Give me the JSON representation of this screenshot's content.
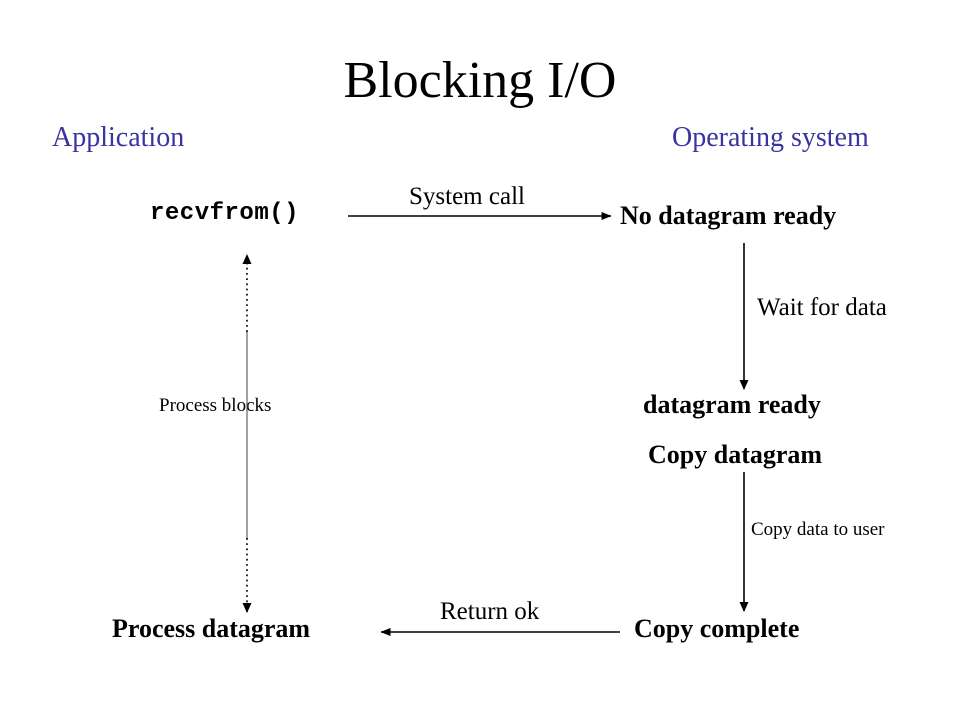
{
  "slide": {
    "title": "Blocking I/O",
    "background_color": "#ffffff",
    "accent_color": "#3b33a0",
    "text_color": "#000000"
  },
  "columns": {
    "left_header": "Application",
    "right_header": "Operating system"
  },
  "nodes": {
    "recvfrom": "recvfrom()",
    "no_datagram_ready": "No datagram ready",
    "datagram_ready": "datagram ready",
    "copy_datagram": "Copy datagram",
    "copy_complete": "Copy complete",
    "process_datagram": "Process datagram"
  },
  "edges": {
    "system_call": "System call",
    "wait_for_data": "Wait for data",
    "copy_data_to_user": "Copy data to user",
    "return_ok": "Return ok",
    "process_blocks": "Process blocks"
  },
  "diagram_data": {
    "type": "sequence-flow",
    "lanes": [
      "Application",
      "Operating system"
    ],
    "steps": [
      {
        "lane": "Application",
        "label": "recvfrom()"
      },
      {
        "lane": "Operating system",
        "label": "No datagram ready",
        "from": "recvfrom()",
        "edge": "System call",
        "direction": "right"
      },
      {
        "lane": "Operating system",
        "label": "datagram ready",
        "from": "No datagram ready",
        "edge": "Wait for data",
        "direction": "down"
      },
      {
        "lane": "Operating system",
        "label": "Copy datagram"
      },
      {
        "lane": "Operating system",
        "label": "Copy complete",
        "from": "Copy datagram",
        "edge": "Copy data to user",
        "direction": "down"
      },
      {
        "lane": "Application",
        "label": "Process datagram",
        "from": "Copy complete",
        "edge": "Return ok",
        "direction": "left"
      }
    ],
    "blocking_span": {
      "label": "Process blocks",
      "lane": "Application",
      "from": "recvfrom()",
      "to": "Process datagram",
      "style": "double-headed dotted"
    }
  }
}
